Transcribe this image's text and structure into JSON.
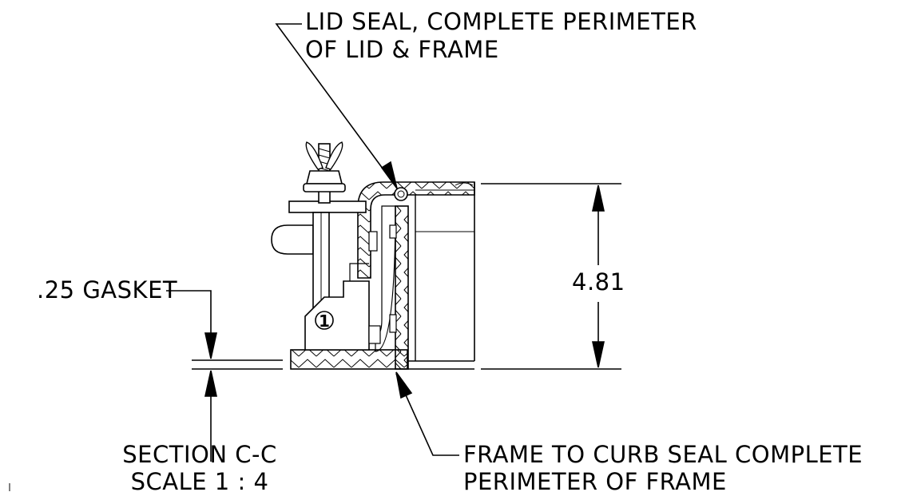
{
  "callouts": {
    "lid_seal_line1": "LID SEAL, COMPLETE PERIMETER",
    "lid_seal_line2": "OF LID & FRAME",
    "frame_seal_line1": "FRAME TO CURB SEAL COMPLETE",
    "frame_seal_line2": "PERIMETER OF FRAME",
    "gasket": ".25 GASKET",
    "height_dimension": "4.81"
  },
  "section": {
    "title": "SECTION C-C",
    "scale": "SCALE 1 : 4"
  },
  "balloon": {
    "number": "1"
  }
}
